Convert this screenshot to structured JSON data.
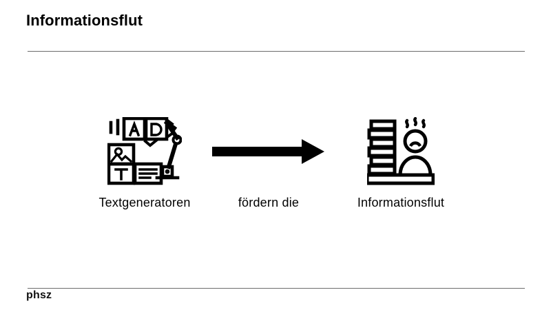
{
  "slide": {
    "title": "Informationsflut",
    "footer_logo": "phsz",
    "accent_color": "#000000",
    "rule_color": "#6b6b6b",
    "background_color": "#ffffff"
  },
  "diagram": {
    "nodes": [
      {
        "id": "source",
        "label": "Textgeneratoren",
        "icon": "robot-arm-text-blocks-icon"
      },
      {
        "id": "relation",
        "label": "fördern die",
        "icon": "right-arrow-icon"
      },
      {
        "id": "target",
        "label": "Informationsflut",
        "icon": "stressed-person-paper-stack-icon"
      }
    ]
  }
}
